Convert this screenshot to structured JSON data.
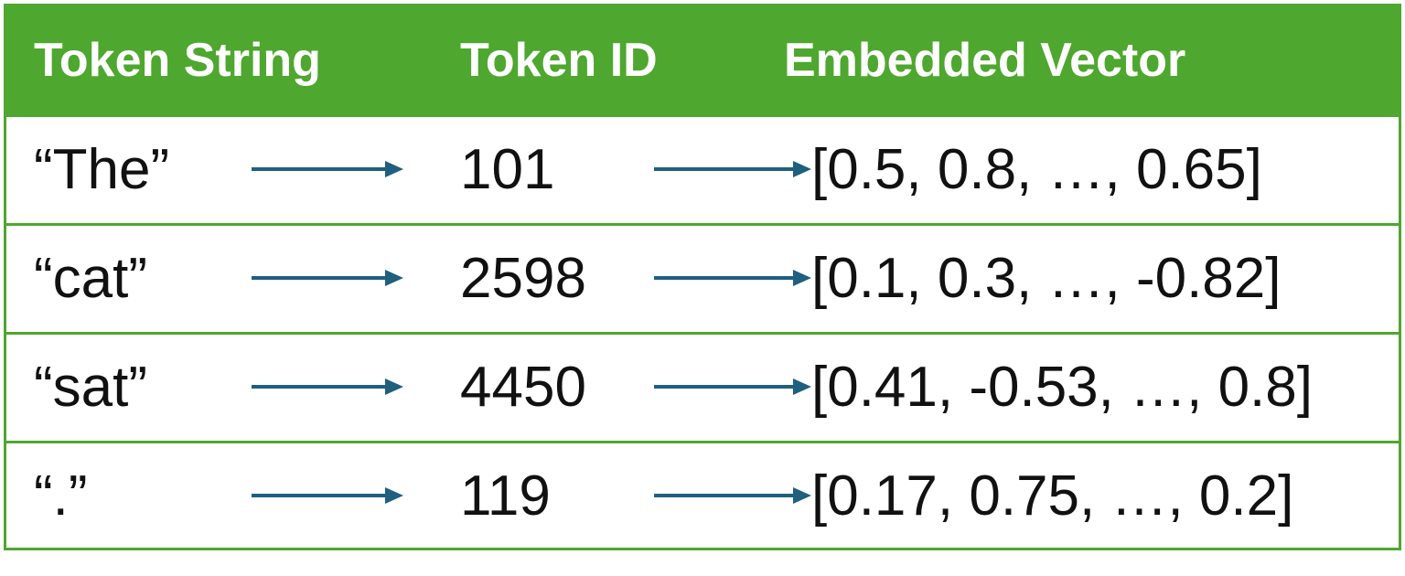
{
  "table": {
    "headers": {
      "token_string": "Token String",
      "token_id": "Token ID",
      "embedded_vector": "Embedded Vector"
    },
    "rows": [
      {
        "token": "“The”",
        "id": "101",
        "vector": "[0.5, 0.8, …, 0.65]"
      },
      {
        "token": "“cat”",
        "id": "2598",
        "vector": "[0.1, 0.3, …, -0.82]"
      },
      {
        "token": "“sat”",
        "id": "4450",
        "vector": "[0.41, -0.53, …, 0.8]"
      },
      {
        "token": "“.”",
        "id": "119",
        "vector": "[0.17, 0.75, …, 0.2]"
      }
    ]
  },
  "colors": {
    "header_background": "#4ea72e",
    "border": "#4ea72e",
    "arrow": "#1f5f80",
    "text": "#111111"
  },
  "icons": {
    "mapping_arrow": "right-arrow-icon"
  }
}
